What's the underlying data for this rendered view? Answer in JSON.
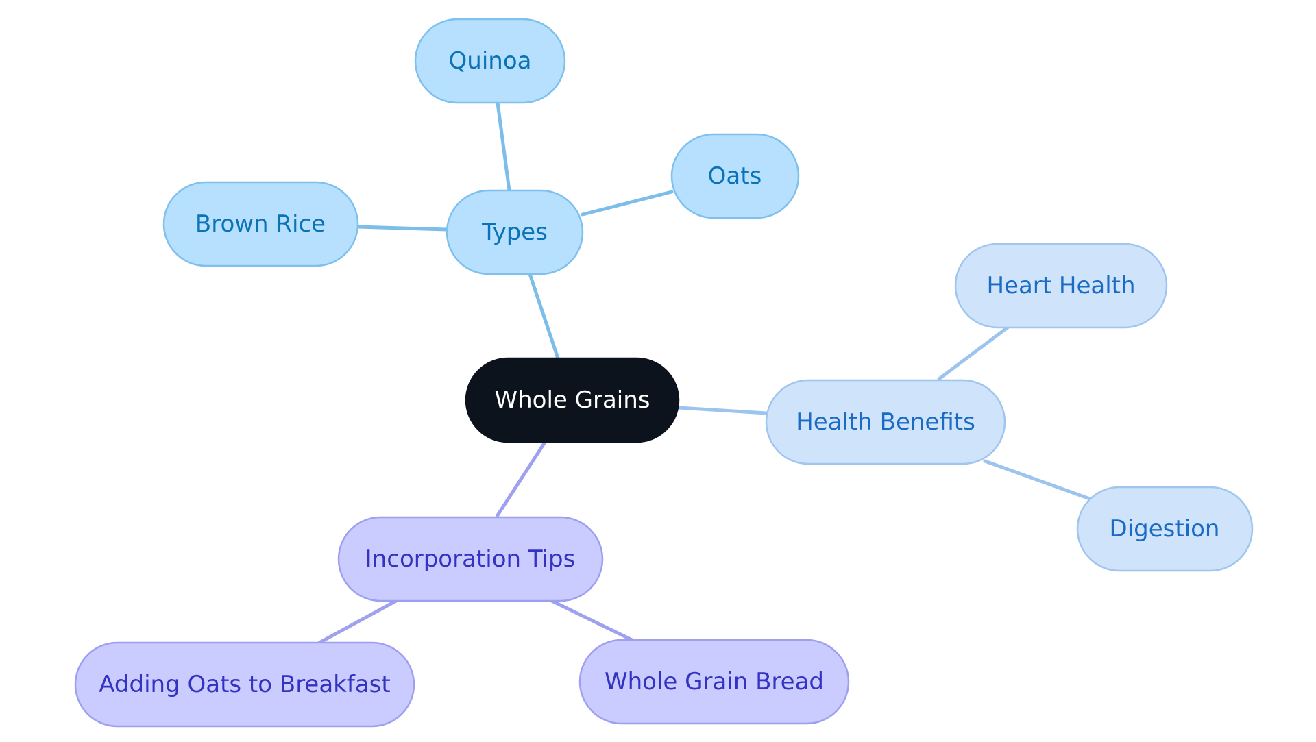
{
  "mindmap": {
    "root": {
      "label": "Whole Grains"
    },
    "branches": {
      "types": {
        "label": "Types",
        "children": {
          "quinoa": {
            "label": "Quinoa"
          },
          "oats": {
            "label": "Oats"
          },
          "brown_rice": {
            "label": "Brown Rice"
          }
        }
      },
      "health": {
        "label": "Health Benefits",
        "children": {
          "heart": {
            "label": "Heart Health"
          },
          "digestion": {
            "label": "Digestion"
          }
        }
      },
      "tips": {
        "label": "Incorporation Tips",
        "children": {
          "oats_breakfast": {
            "label": "Adding Oats to Breakfast"
          },
          "bread": {
            "label": "Whole Grain Bread"
          }
        }
      }
    }
  },
  "colors": {
    "root_fill": "#0d131c",
    "root_text": "#ffffff",
    "types_fill": "#b6e0fe",
    "types_stroke": "#7fc0ec",
    "types_text": "#0c72b6",
    "types_edge": "#7cbde9",
    "health_fill": "#cfe3fa",
    "health_stroke": "#9ec6ef",
    "health_text": "#1a6bc4",
    "health_edge": "#9cc4ee",
    "tips_fill": "#cacbfe",
    "tips_stroke": "#9ea0ef",
    "tips_text": "#3333c2",
    "tips_edge": "#9fa1ee"
  }
}
